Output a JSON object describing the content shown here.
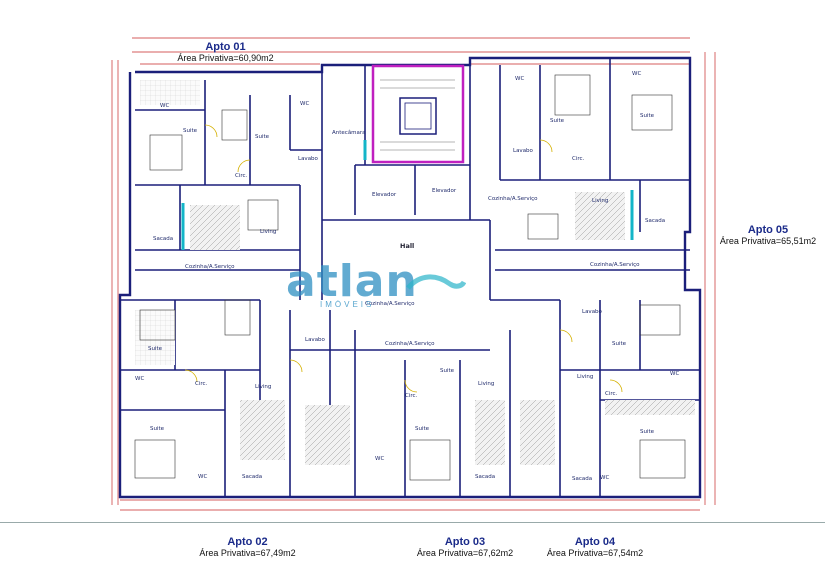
{
  "apartments": {
    "apto01": {
      "name": "Apto 01",
      "area": "Área  Privativa=60,90m2"
    },
    "apto02": {
      "name": "Apto 02",
      "area": "Área  Privativa=67,49m2"
    },
    "apto03": {
      "name": "Apto 03",
      "area": "Área  Privativa=67,62m2"
    },
    "apto04": {
      "name": "Apto 04",
      "area": "Área  Privativa=67,54m2"
    },
    "apto05": {
      "name": "Apto 05",
      "area": "Área  Privativa=65,51m2"
    }
  },
  "logo": {
    "text": "atlan",
    "sub": "IMÓVEIS"
  },
  "rooms": {
    "wc": "WC",
    "suite": "Suite",
    "circ": "Circ.",
    "living": "Living",
    "sacada": "Sacada",
    "cozinha": "Cozinha/A.Serviço",
    "lavabo": "Lavabo",
    "hall": "Hall",
    "elevador": "Elevador",
    "antecamara": "Antecâmara"
  },
  "colors": {
    "walls": "#1b1f7a",
    "hatch": "#888888",
    "dims": "#c62828",
    "accent": "#c020c0",
    "glass": "#13b5c8"
  }
}
